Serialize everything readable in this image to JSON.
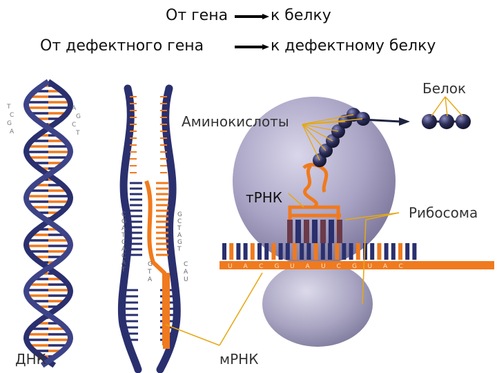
{
  "title": {
    "line1_left": "От гена",
    "line1_right": "к белку",
    "line2_left": "От  дефектного гена",
    "line2_right": "к дефектному белку"
  },
  "labels": {
    "dna": "ДНК",
    "mrna": "мРНК",
    "trna": "тРНК",
    "ribosome": "Рибосома",
    "amino_acids": "Аминокислоты",
    "protein": "Белок"
  },
  "dna_letters": {
    "left": [
      "T",
      "C",
      "G",
      "A"
    ],
    "right": [
      "A",
      "G",
      "C",
      "T"
    ]
  },
  "strand_letters": {
    "left_column": [
      "C",
      "G",
      "A",
      "T",
      "C",
      "A",
      "C",
      "A",
      "T"
    ],
    "right_column": [
      "G",
      "C",
      "T",
      "A",
      "G",
      "T"
    ],
    "gta": [
      "G",
      "T",
      "A"
    ],
    "cau": [
      "C",
      "A",
      "U"
    ]
  },
  "mrna_sequence": [
    "U",
    "A",
    "C",
    "G",
    "U",
    "A",
    "U",
    "C",
    "G",
    "U",
    "A",
    "C"
  ],
  "colors": {
    "orange": "#f07a1e",
    "navy": "#2a2f6e",
    "ribosome": "#a8a3c4",
    "bead": "#2d2e5a",
    "leader": "#e6a817"
  }
}
